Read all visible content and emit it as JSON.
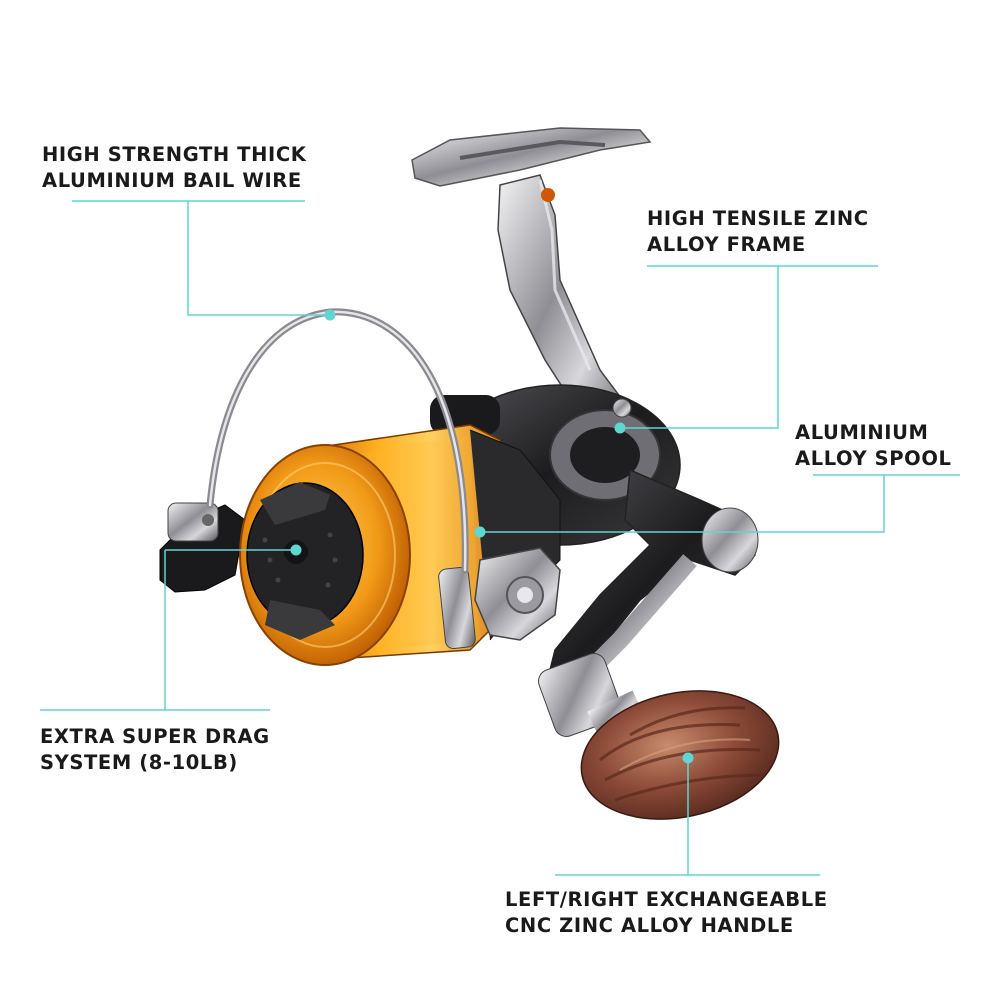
{
  "colors": {
    "callout_line": "#5fd6d2",
    "text": "#1a1a1a",
    "spool_orange": "#f08a10",
    "spool_gold": "#ffc23a",
    "body_dark": "#2a2a2c",
    "chrome": "#b8b8bc",
    "wood": "#8a4a3a"
  },
  "callouts": [
    {
      "id": "bail",
      "lines": [
        "HIGH STRENGTH THICK",
        "ALUMINIUM BAIL WIRE"
      ]
    },
    {
      "id": "frame",
      "lines": [
        "HIGH TENSILE ZINC",
        "ALLOY FRAME"
      ]
    },
    {
      "id": "spool",
      "lines": [
        "ALUMINIUM",
        "ALLOY SPOOL"
      ]
    },
    {
      "id": "drag",
      "lines": [
        "EXTRA SUPER DRAG",
        "SYSTEM (8-10LB)"
      ]
    },
    {
      "id": "handle",
      "lines": [
        "LEFT/RIGHT EXCHANGEABLE",
        "CNC ZINC ALLOY HANDLE"
      ]
    }
  ]
}
